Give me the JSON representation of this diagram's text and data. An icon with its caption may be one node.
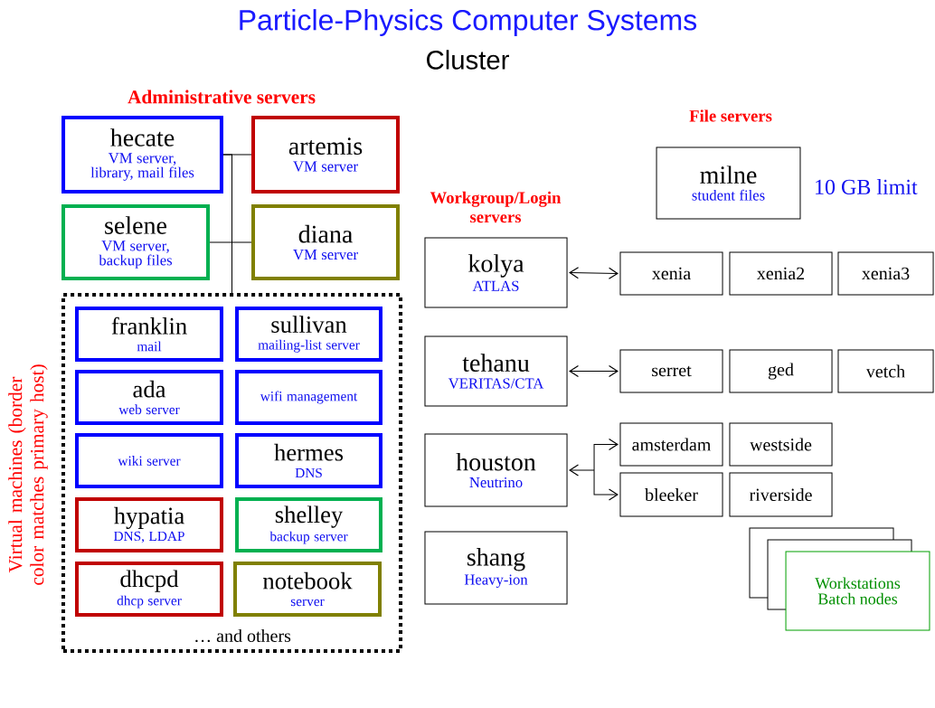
{
  "diagram": {
    "title": "Particle-Physics Computer Systems",
    "nodes": [
      {
        "text": [
          "hecate",
          "VM server, library, mail files"
        ]
      },
      {
        "text": [
          "artemis",
          "VM server"
        ]
      },
      {
        "text": [
          "selene",
          "VM server, backup files"
        ]
      },
      {
        "text": [
          "diana",
          "VM server"
        ]
      },
      {
        "text": [
          "Virtual machines (border color matches primary host)",
          "… and others"
        ]
      },
      {
        "text": [
          "franklin",
          "mail"
        ],
        "in": 4
      },
      {
        "text": [
          "sullivan",
          "mailing-list server"
        ],
        "in": 4
      },
      {
        "text": [
          "ada",
          "web server"
        ],
        "in": 4
      },
      {
        "text": [
          "wifi management"
        ],
        "in": 4
      },
      {
        "text": [
          "wiki server"
        ],
        "in": 4
      },
      {
        "text": [
          "hermes",
          "DNS"
        ],
        "in": 4
      },
      {
        "text": [
          "hypatia",
          "DNS, LDAP"
        ],
        "in": 4
      },
      {
        "text": [
          "shelley",
          "backup server"
        ],
        "in": 4
      },
      {
        "text": [
          "dhcpd",
          "dhcp server"
        ],
        "in": 4
      },
      {
        "text": [
          "notebook",
          "server"
        ],
        "in": 4
      },
      {
        "text": [
          "milne",
          "student files"
        ],
        "beside": [
          "10 GB limit"
        ]
      },
      {
        "text": [
          "kolya",
          "ATLAS"
        ]
      },
      {
        "text": [
          "xenia"
        ]
      },
      {
        "text": [
          "xenia2"
        ]
      },
      {
        "text": [
          "xenia3"
        ]
      },
      {
        "text": [
          "tehanu",
          "VERITAS/CTA"
        ]
      },
      {
        "text": [
          "serret"
        ]
      },
      {
        "text": [
          "ged"
        ]
      },
      {
        "text": [
          "vetch"
        ]
      },
      {
        "text": [
          "houston",
          "Neutrino"
        ]
      },
      {
        "text": [
          "amsterdam"
        ]
      },
      {
        "text": [
          "westside"
        ]
      },
      {
        "text": [
          "bleeker"
        ]
      },
      {
        "text": [
          "riverside"
        ]
      },
      {
        "text": [
          "shang",
          "Heavy-ion"
        ]
      },
      {
        "text": [
          "Workstations",
          "Batch nodes"
        ]
      }
    ],
    "edges": [
      {
        "from": 0,
        "to": 1,
        "arrow": "none"
      },
      {
        "from": 2,
        "to": 3,
        "arrow": "none"
      },
      {
        "from": 0,
        "to": 4,
        "arrow": "none"
      },
      {
        "from": 16,
        "to": 17,
        "arrow": "both"
      },
      {
        "from": 20,
        "to": 21,
        "arrow": "both"
      },
      {
        "from": 24,
        "to": 25,
        "arrow": "both"
      },
      {
        "from": 24,
        "to": 27,
        "arrow": "both"
      }
    ],
    "labels": [
      "Cluster",
      "Administrative servers",
      "File servers",
      "Workgroup/Login servers"
    ]
  }
}
